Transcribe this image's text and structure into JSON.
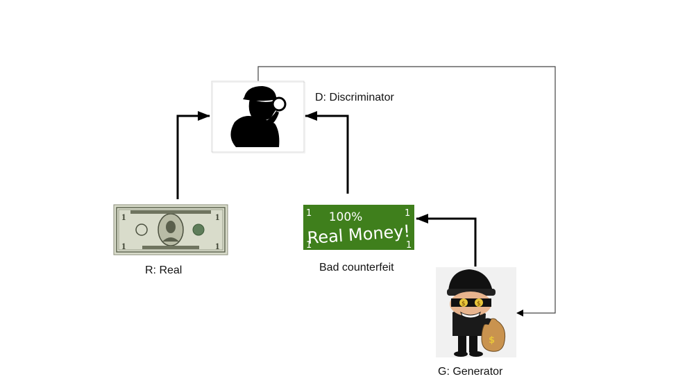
{
  "labels": {
    "discriminator": "D: Discriminator",
    "real": "R: Real",
    "counterfeit": "Bad counterfeit",
    "generator": "G: Generator"
  },
  "counterfeit_note": {
    "line1": "100%",
    "line2": "Real Money!",
    "corner": "1"
  },
  "colors": {
    "counterfeit_green": "#3f7f1c",
    "arrow": "#000000",
    "feedback_line": "#444444"
  },
  "icons": {
    "discriminator": "detective-magnifier-icon",
    "real": "dollar-bill-icon",
    "counterfeit": "fake-banknote-icon",
    "generator": "burglar-money-bag-icon"
  }
}
